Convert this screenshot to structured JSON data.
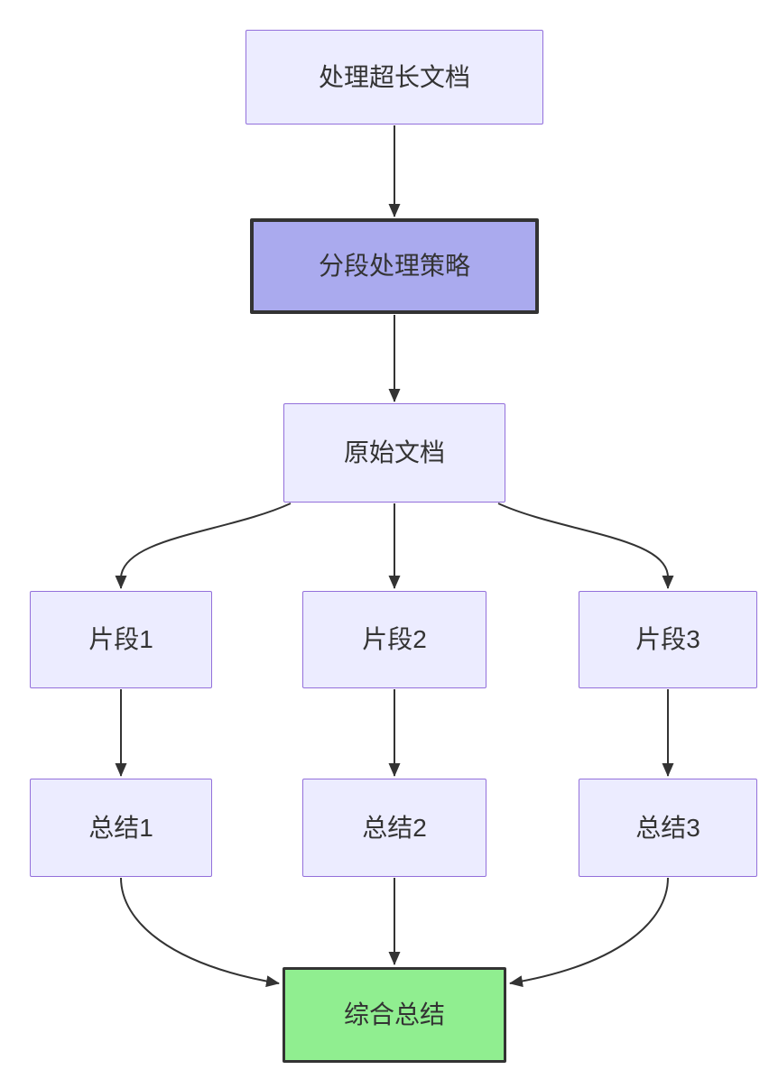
{
  "diagram": {
    "type": "flowchart",
    "direction": "top-down",
    "nodes": [
      {
        "id": "n1",
        "label": "处理超长文档",
        "style": "default"
      },
      {
        "id": "n2",
        "label": "分段处理策略",
        "style": "highlight"
      },
      {
        "id": "n3",
        "label": "原始文档",
        "style": "default"
      },
      {
        "id": "n4",
        "label": "片段1",
        "style": "default"
      },
      {
        "id": "n5",
        "label": "片段2",
        "style": "default"
      },
      {
        "id": "n6",
        "label": "片段3",
        "style": "default"
      },
      {
        "id": "n7",
        "label": "总结1",
        "style": "default"
      },
      {
        "id": "n8",
        "label": "总结2",
        "style": "default"
      },
      {
        "id": "n9",
        "label": "总结3",
        "style": "default"
      },
      {
        "id": "n10",
        "label": "综合总结",
        "style": "success"
      }
    ],
    "edges": [
      {
        "from": "n1",
        "to": "n2"
      },
      {
        "from": "n2",
        "to": "n3"
      },
      {
        "from": "n3",
        "to": "n4"
      },
      {
        "from": "n3",
        "to": "n5"
      },
      {
        "from": "n3",
        "to": "n6"
      },
      {
        "from": "n4",
        "to": "n7"
      },
      {
        "from": "n5",
        "to": "n8"
      },
      {
        "from": "n6",
        "to": "n9"
      },
      {
        "from": "n7",
        "to": "n10"
      },
      {
        "from": "n8",
        "to": "n10"
      },
      {
        "from": "n9",
        "to": "n10"
      }
    ],
    "colors": {
      "background": "#FFFFFF",
      "node_fill": "#ECECFF",
      "node_border": "#9370DB",
      "highlight_fill": "#AAAAEE",
      "highlight_border": "#333333",
      "success_fill": "#90EE90",
      "success_border": "#333333",
      "edge": "#333333",
      "text": "#333333"
    }
  }
}
